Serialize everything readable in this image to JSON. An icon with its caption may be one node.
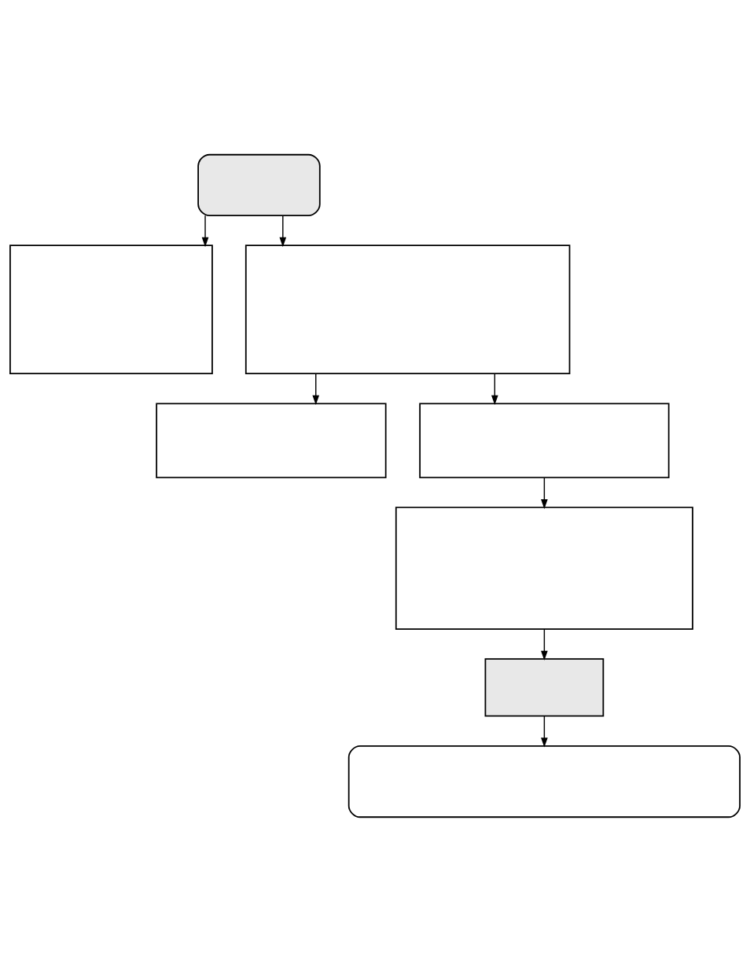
{
  "diagram": {
    "nodes": [
      {
        "text": [],
        "shape": "box"
      },
      {
        "text": [],
        "shape": "box"
      },
      {
        "text": [],
        "shape": "box"
      },
      {
        "text": [],
        "shape": "box"
      },
      {
        "text": [],
        "shape": "box"
      },
      {
        "text": [],
        "shape": "box"
      },
      {
        "text": [],
        "shape": "box"
      },
      {
        "text": [],
        "shape": "box"
      }
    ],
    "edges": [
      {
        "from": 0,
        "to": 1,
        "arrow": "to"
      },
      {
        "from": 0,
        "to": 2,
        "arrow": "to"
      },
      {
        "from": 2,
        "to": 3,
        "arrow": "to"
      },
      {
        "from": 2,
        "to": 4,
        "arrow": "to"
      },
      {
        "from": 4,
        "to": 5,
        "arrow": "to"
      },
      {
        "from": 5,
        "to": 6,
        "arrow": "to"
      },
      {
        "from": 6,
        "to": 7,
        "arrow": "to"
      }
    ]
  }
}
